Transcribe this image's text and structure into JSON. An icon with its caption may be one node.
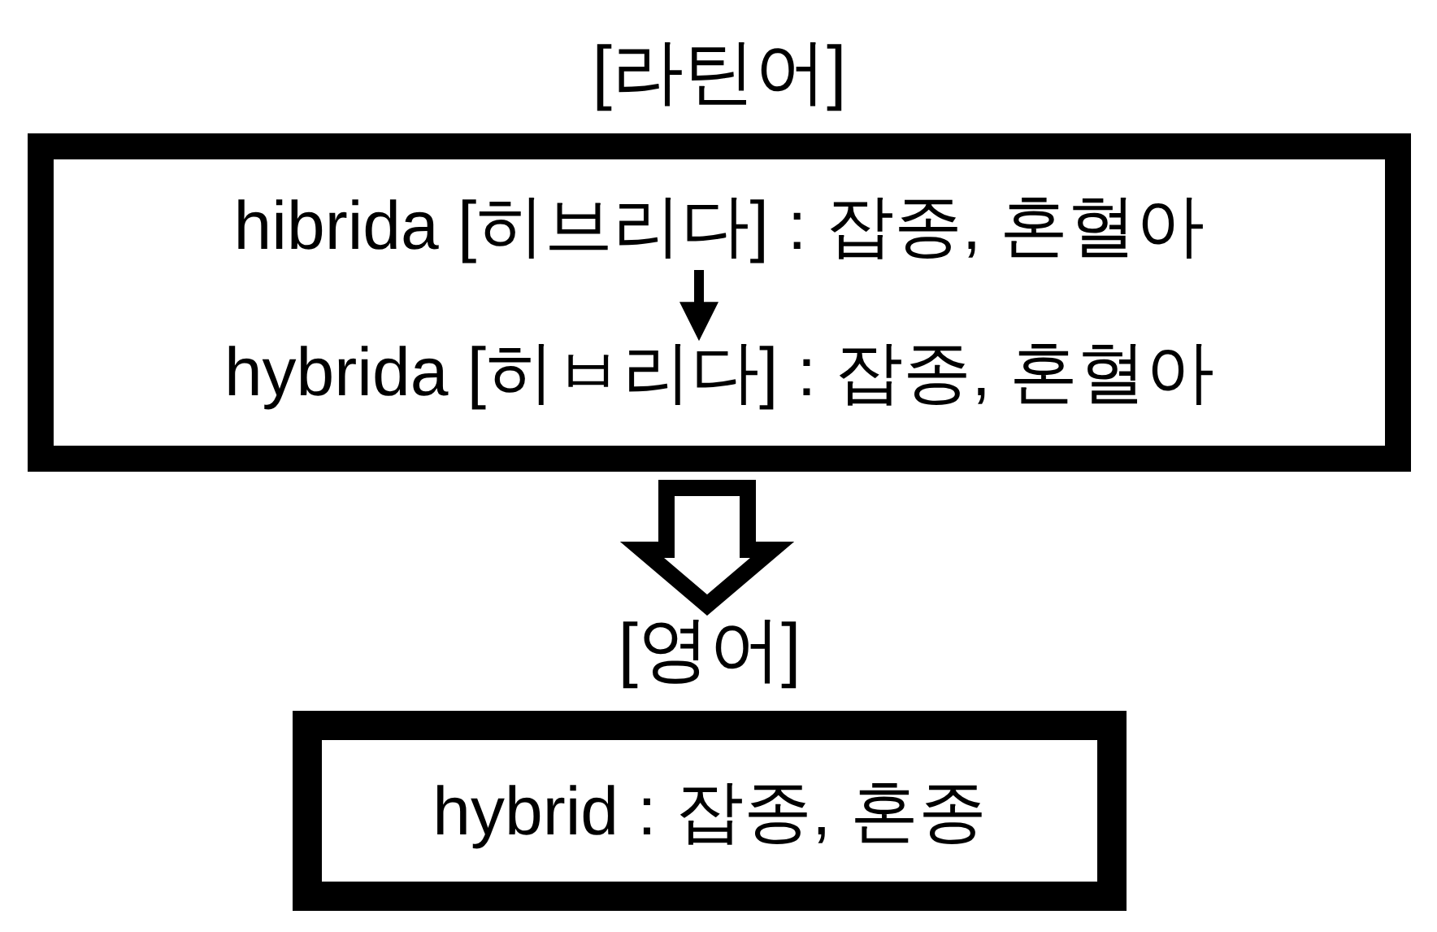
{
  "diagram": {
    "nodes": [
      {
        "text": [
          "[라틴어]"
        ]
      },
      {
        "text": [
          "hibrida [히브리다] : 잡종, 혼혈아"
        ],
        "in": 0
      },
      {
        "text": [
          "hybrida [히ㅂ리다] : 잡종, 혼혈아"
        ],
        "in": 0
      },
      {
        "text": [
          "[영어]",
          "hybrid : 잡종, 혼종"
        ]
      }
    ],
    "edges": [
      {
        "from": 1,
        "to": 2,
        "arrow": "to"
      },
      {
        "from": 0,
        "to": 3,
        "arrow": "to",
        "style": "thick"
      }
    ]
  }
}
